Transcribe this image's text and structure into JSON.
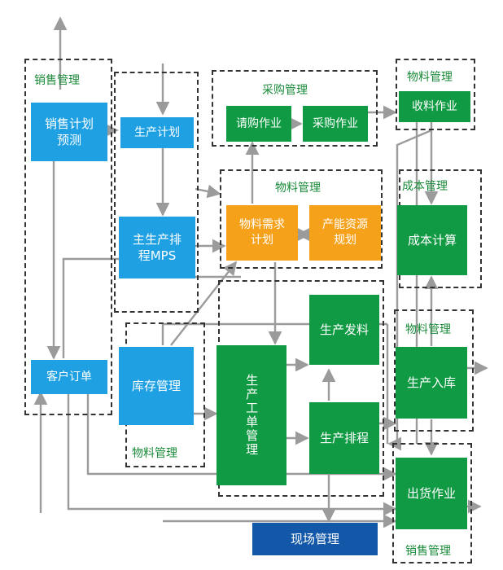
{
  "colors": {
    "blue": "#1ea0e3",
    "green": "#0f9a43",
    "orange": "#f6a11a",
    "navy": "#1357a8",
    "zone_label": "#1a8a3a",
    "arrow": "#9b9b9b",
    "dashed_border": "#333333"
  },
  "zones": {
    "sales_top": "销售管理",
    "purchasing": "采购管理",
    "material_top_right": "物料管理",
    "material_center": "物料管理",
    "cost": "成本管理",
    "material_mid_right": "物料管理",
    "material_bottom_left": "物料管理",
    "sales_bottom": "销售管理"
  },
  "boxes": {
    "sales_forecast": "销售计划\n预测",
    "production_plan": "生产计划",
    "mps": "主生产排\n程MPS",
    "customer_order": "客户订单",
    "inventory": "库存管理",
    "purchase_request": "请购作业",
    "purchase_order": "采购作业",
    "receiving": "收料作业",
    "mrp": "物料需求\n计划",
    "capacity": "产能资源\n规划",
    "cost_calc": "成本计算",
    "material_issue": "生产发料",
    "work_order": "生产工单管理",
    "scheduling": "生产排程",
    "warehousing": "生产入库",
    "shipping": "出货作业",
    "shop_floor": "现场管理"
  }
}
